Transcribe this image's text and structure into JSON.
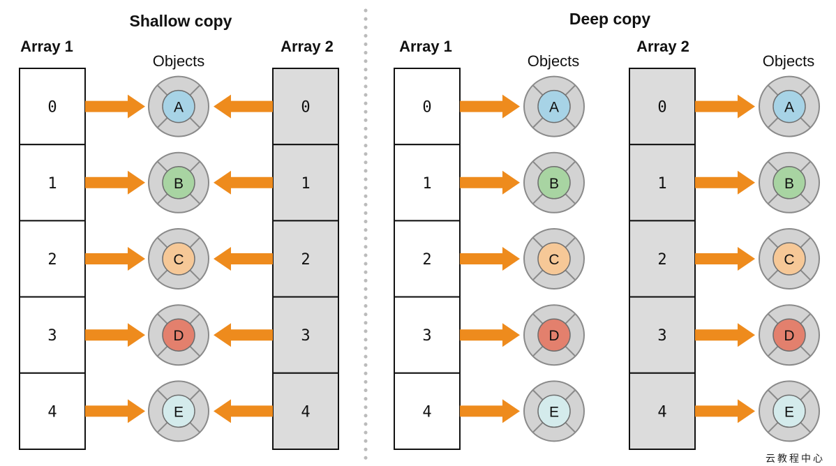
{
  "titles": {
    "shallow": "Shallow copy",
    "deep": "Deep copy"
  },
  "labels": {
    "array1": "Array 1",
    "array2": "Array 2",
    "objects": "Objects"
  },
  "indices": [
    "0",
    "1",
    "2",
    "3",
    "4"
  ],
  "objects": [
    {
      "letter": "A",
      "color": "#a7d3e6"
    },
    {
      "letter": "B",
      "color": "#a8d4a2"
    },
    {
      "letter": "C",
      "color": "#f6c897"
    },
    {
      "letter": "D",
      "color": "#e3806d"
    },
    {
      "letter": "E",
      "color": "#d4ebec"
    }
  ],
  "colors": {
    "arrow": "#ee8b1d",
    "array2_fill": "#dcdcdc",
    "ring_fill": "#d3d3d3",
    "ring_stroke": "#8a8a8a",
    "divider": "#bbbbbb"
  },
  "watermark": "云教程中心"
}
